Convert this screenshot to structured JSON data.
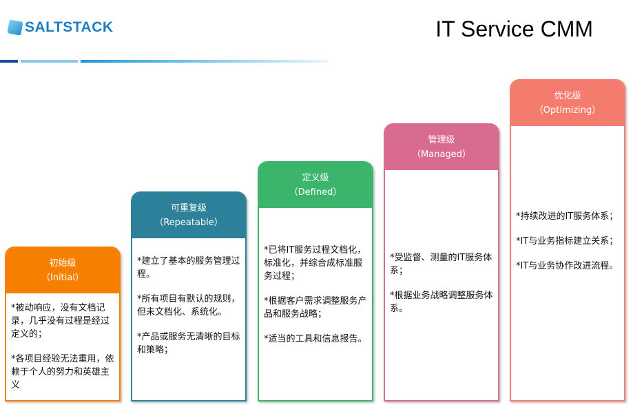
{
  "logo": "SALTSTACK",
  "title": "IT Service CMM",
  "levels": [
    {
      "name": "初始级",
      "en": "（Initial）",
      "color": "#f77f00",
      "items": [
        "*被动响应，没有文档记录，几乎没有过程是经过定义的；",
        "*各项目经验无法重用，依赖于个人的努力和英雄主义"
      ]
    },
    {
      "name": "可重复级",
      "en": "（Repeatable）",
      "color": "#2d8099",
      "items": [
        "*建立了基本的服务管理过程。",
        "*所有项目有默认的规则，但未文档化、系统化。",
        "*产品或服务无清晰的目标和策略；"
      ]
    },
    {
      "name": "定义级",
      "en": "（Defined）",
      "color": "#3bb56c",
      "items": [
        "*已将IT服务过程文档化，标准化，并综合成标准服务过程；",
        "*根据客户需求调整服务产品和服务战略；",
        "*适当的工具和信息报告。"
      ]
    },
    {
      "name": "管理级",
      "en": "（Managed）",
      "color": "#d96a90",
      "items": [
        "*受监督、测量的IT服务体系；",
        "*根据业务战略调整服务体系。"
      ]
    },
    {
      "name": "优化级",
      "en": "（Optimizing）",
      "color": "#f47c6e",
      "items": [
        "*持续改进的IT服务体系；",
        "*IT与业务指标建立关系；",
        "*IT与业务协作改进流程。"
      ]
    }
  ]
}
